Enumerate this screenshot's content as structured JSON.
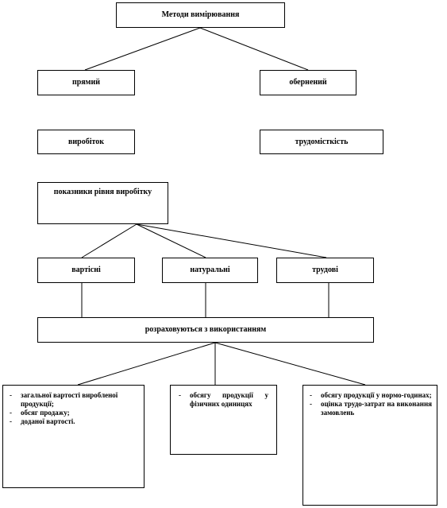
{
  "methods": {
    "title": "Методи вимірювання",
    "direct": "прямий",
    "inverse": "обернений",
    "output": "виробіток",
    "labor_intensity": "трудомісткість"
  },
  "indicators": {
    "title": "показники рівня виробітку",
    "cost": "вартісні",
    "natural": "натуральні",
    "labor": "трудові",
    "calculated_with": "розраховуються з використанням"
  },
  "details": {
    "cost_items": [
      "загальної вартості виробленої продукції;",
      "обсяг продажу;",
      "доданої вартості."
    ],
    "natural_items": [
      "обсягу продукції у фізичних одиницях"
    ],
    "labor_items": [
      "обсягу продукції у нормо-годинах;",
      "оцінка трудо-затрат на виконання замовлень"
    ]
  }
}
